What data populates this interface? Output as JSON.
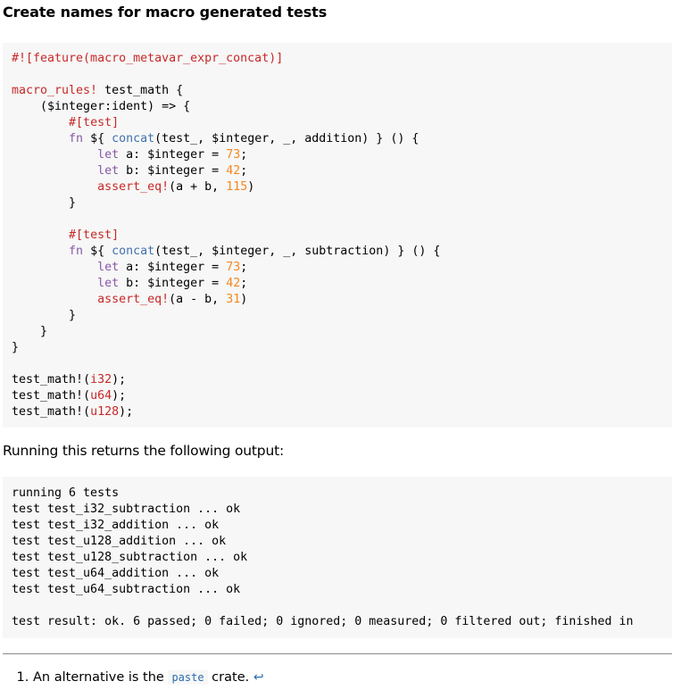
{
  "heading": "Create names for macro generated tests",
  "code_example": {
    "l1_attr": "#![feature(macro_metavar_expr_concat)]",
    "l3_mac": "macro_rules!",
    "l3_rest": " test_math {",
    "l4": "    ($integer:ident) => {",
    "l5_attr": "#[test]",
    "l6_fn": "fn",
    "l6_a": " ${ ",
    "l6_concat": "concat",
    "l6_b": "(test_, $integer, _, addition) } () {",
    "let": "let",
    "l7_rest": " a: $integer = ",
    "n73": "73",
    "semi": ";",
    "l8_rest": " b: $integer = ",
    "n42": "42",
    "assert": "assert_eq!",
    "l9_rest": "(a + b, ",
    "n115": "115",
    "close_paren": ")",
    "brace_close": "}",
    "l13_b": "(test_, $integer, _, subtraction) } () {",
    "l16_rest": "(a - b, ",
    "n31": "31",
    "tm": "test_math!",
    "open": "(",
    "t1": "i32",
    "t2": "u64",
    "t3": "u128",
    "close_semi": ");"
  },
  "paragraph": "Running this returns the following output:",
  "output_lines": [
    "running 6 tests",
    "test test_i32_subtraction ... ok",
    "test test_i32_addition ... ok",
    "test test_u128_addition ... ok",
    "test test_u128_subtraction ... ok",
    "test test_u64_addition ... ok",
    "test test_u64_subtraction ... ok",
    "",
    "test result: ok. 6 passed; 0 failed; 0 ignored; 0 measured; 0 filtered out; finished in"
  ],
  "footnote": {
    "text_before": "An alternative is the ",
    "code": "paste",
    "text_after": " crate. ",
    "backref": "↩"
  }
}
